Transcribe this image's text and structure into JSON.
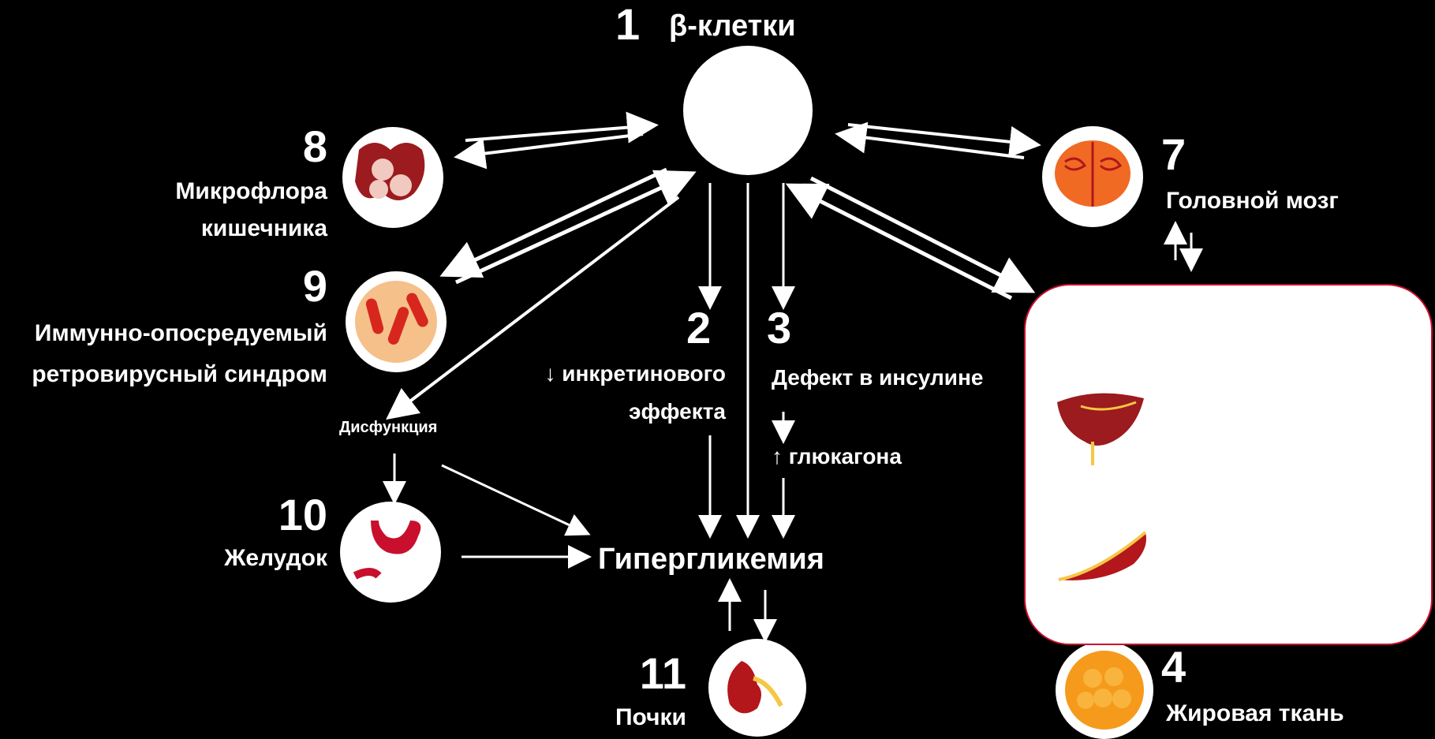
{
  "diagram": {
    "colors": {
      "background": "#000000",
      "foreground": "#ffffff",
      "accent": "#c8102e",
      "organ_red": "#9b1b1f",
      "organ_orange": "#f08a24"
    },
    "nodes": {
      "n1": {
        "number": "1",
        "label": "β-клетки"
      },
      "n2": {
        "number": "2"
      },
      "n3": {
        "number": "3",
        "label": "Дефект в инсулине"
      },
      "n4": {
        "number": "4",
        "label": "Жировая ткань",
        "icon": "fat-tissue-icon"
      },
      "n7": {
        "number": "7",
        "label": "Головной мозг",
        "icon": "brain-icon"
      },
      "n8": {
        "number": "8",
        "label_1": "Микрофлора",
        "label_2": "кишечника",
        "icon": "intestine-icon"
      },
      "n9": {
        "number": "9",
        "label_1": "Иммунно-опосредуемый",
        "label_2": "ретровирусный синдром",
        "icon": "bacteria-icon"
      },
      "n10": {
        "number": "10",
        "label": "Желудок",
        "icon": "stomach-icon"
      },
      "n11": {
        "number": "11",
        "label": "Почки",
        "icon": "kidney-icon"
      }
    },
    "center_label": "Гипергликемия",
    "small_labels": {
      "left_node": "Дисфункция",
      "effect_1": "↓ инкретинового",
      "effect_2": "эффекта",
      "insulin_up": "↑ глюкагона"
    },
    "panel_icons": [
      "liver-icon",
      "muscle-icon"
    ]
  }
}
